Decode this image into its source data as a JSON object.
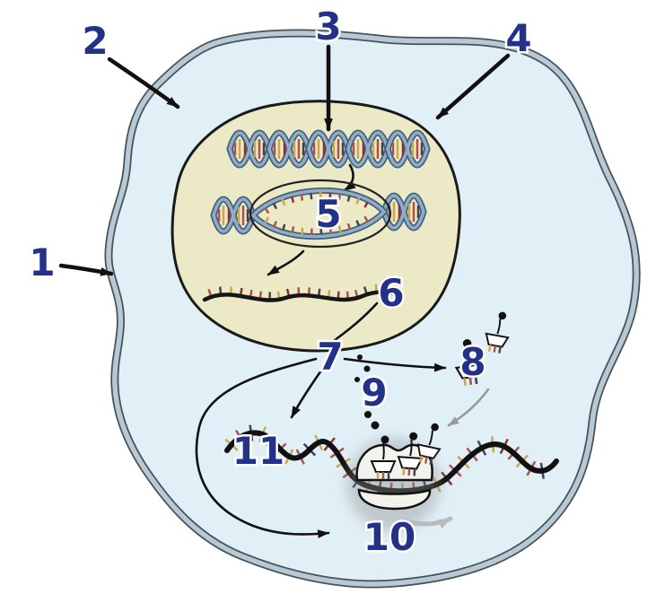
{
  "figure": {
    "labels": [
      {
        "text": "1"
      },
      {
        "text": "2"
      },
      {
        "text": "3"
      },
      {
        "text": "4"
      },
      {
        "text": "5"
      },
      {
        "text": "6"
      },
      {
        "text": "7"
      },
      {
        "text": "8"
      },
      {
        "text": "9"
      },
      {
        "text": "10"
      },
      {
        "text": "11"
      }
    ],
    "colors": {
      "label_number": "#243188",
      "cell_fill": "#e1eff7",
      "cell_membrane": "#b7c9d4",
      "nucleus_fill": "#ebe9c6",
      "dna_strand": "#8fadc6",
      "mrna": "#161616",
      "ribosome_fill": "#f3f3ee"
    }
  }
}
